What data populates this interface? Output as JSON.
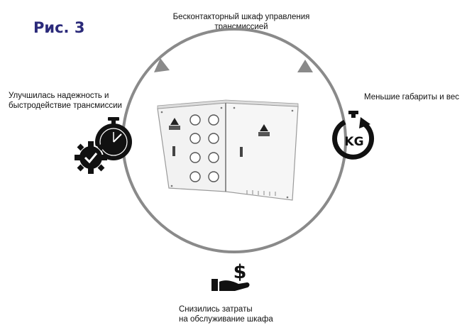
{
  "figure_label": "Рис. 3",
  "captions": {
    "top_line1": "Бесконтакторный шкаф управления",
    "top_line2": "трансмиссией",
    "left_line1": "Улучшилась  надежность и",
    "left_line2": "быстродействие трансмиссии",
    "right": "Меньшие габариты и вес",
    "bottom_line1": "Снизились затраты",
    "bottom_line2": "на  обслуживание шкафа"
  },
  "icons": {
    "weight_icon_text": "KG",
    "money_icon_symbol": "$",
    "stopwatch": "stopwatch-gear-icon",
    "weight": "weight-kg-icon",
    "money": "money-hand-icon"
  },
  "colors": {
    "circle": "#8a8a8a",
    "figure_label": "#2b2a7a",
    "icon": "#111111"
  }
}
